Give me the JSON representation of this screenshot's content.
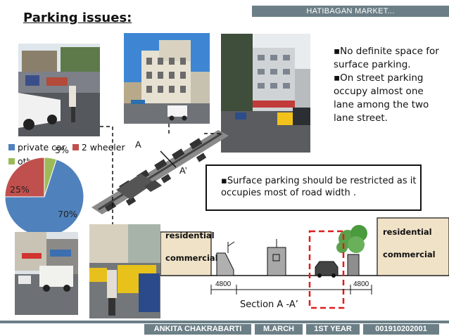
{
  "header": {
    "title": "HATIBAGAN MARKET..."
  },
  "slide": {
    "heading": "Parking issues:"
  },
  "bullets": [
    "No definite space for surface parking.",
    "On street parking occupy almost one lane among the two lane street."
  ],
  "note": "Surface parking should be restricted as it occupies most of road width .",
  "map": {
    "point_a": "A",
    "point_a_prime": "A’"
  },
  "section": {
    "caption": "Section A -A’",
    "left_labels": [
      "residential",
      "commercial"
    ],
    "right_labels": [
      "residential",
      "commercial"
    ],
    "dim_left": "4800",
    "dim_right": "4800"
  },
  "chart_data": {
    "type": "pie",
    "categories": [
      "private car",
      "2 wheeler",
      "others"
    ],
    "values": [
      70,
      25,
      5
    ],
    "labels": [
      "70%",
      "25%",
      "5%"
    ],
    "colors": [
      "#4f81bd",
      "#c0504d",
      "#9bbb59"
    ],
    "legend": "top"
  },
  "footer": {
    "name": "ANKITA CHAKRABARTI",
    "program": "M.ARCH",
    "year": "1ST YEAR",
    "roll": "001910202001"
  }
}
